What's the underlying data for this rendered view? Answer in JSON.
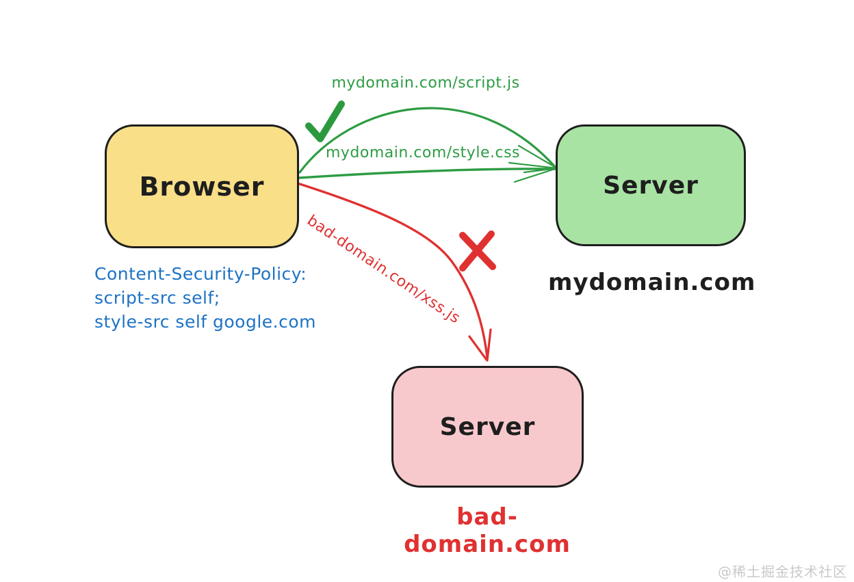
{
  "nodes": {
    "browser": {
      "label": "Browser"
    },
    "good_server": {
      "label": "Server",
      "caption": "mydomain.com"
    },
    "bad_server": {
      "label": "Server",
      "caption": "bad-domain.com"
    }
  },
  "policy_note": {
    "lines": {
      "0": "Content-Security-Policy:",
      "1": "script-src self;",
      "2": "style-src self google.com"
    }
  },
  "requests": {
    "script": {
      "label": "mydomain.com/script.js",
      "status": "allowed"
    },
    "style": {
      "label": "mydomain.com/style.css",
      "status": "allowed"
    },
    "xss": {
      "label": "bad-domain.com/xss.js",
      "status": "blocked"
    }
  },
  "icons": {
    "allowed": "check-mark",
    "blocked": "x-mark"
  },
  "watermark": "@稀土掘金技术社区",
  "colors": {
    "browser_fill": "#f8df88",
    "good_server_fill": "#a9e3a4",
    "bad_server_fill": "#f8c9cc",
    "green": "#2d9c43",
    "check_green": "#2b9a3e",
    "red": "#e03131",
    "blue": "#1d72c4",
    "ink": "#1e1e1e",
    "watermark": "#c9c9c9",
    "background": "#ffffff"
  }
}
